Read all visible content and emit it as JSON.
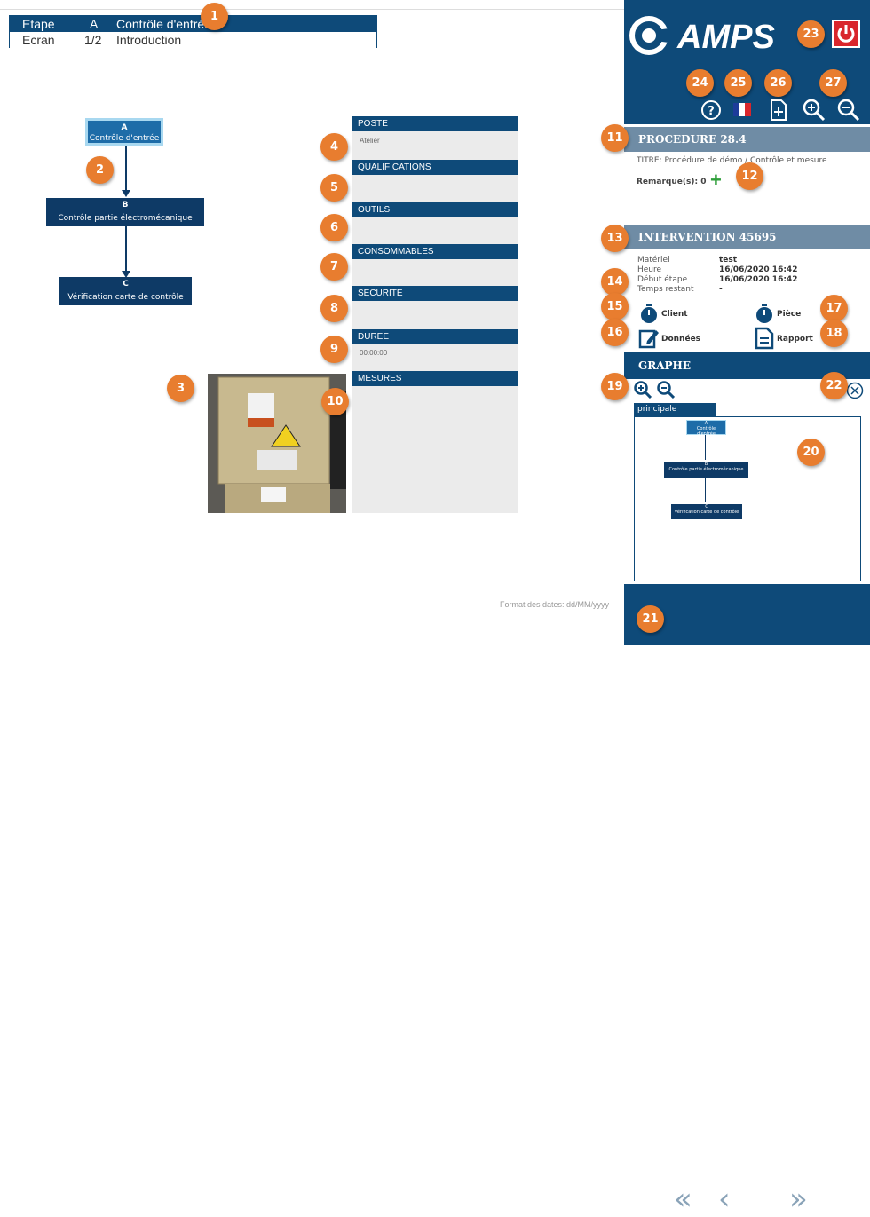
{
  "header": {
    "row1": {
      "label": "Etape",
      "code": "A",
      "title": "Contrôle d'entrée"
    },
    "row2": {
      "label": "Ecran",
      "code": "1/2",
      "title": "Introduction"
    }
  },
  "flow": {
    "nodes": [
      {
        "letter": "A",
        "label": "Contrôle d'entrée"
      },
      {
        "letter": "B",
        "label": "Contrôle partie électromécanique"
      },
      {
        "letter": "C",
        "label": "Vérification carte de contrôle"
      }
    ]
  },
  "sections": {
    "poste": {
      "label": "POSTE",
      "value": "Atelier"
    },
    "qualifications": {
      "label": "QUALIFICATIONS"
    },
    "outils": {
      "label": "OUTILS"
    },
    "consommables": {
      "label": "CONSOMMABLES"
    },
    "securite": {
      "label": "SECURITE"
    },
    "duree": {
      "label": "DUREE",
      "value": "00:00:00"
    },
    "mesures": {
      "label": "MESURES"
    }
  },
  "date_format": "Format des dates: dd/MM/yyyy",
  "brand": {
    "name": "AMPS"
  },
  "toolbar_icons": [
    "help-icon",
    "french-flag-icon",
    "add-document-icon",
    "zoom-in-icon",
    "zoom-out-icon"
  ],
  "procedure": {
    "title": "PROCEDURE 28.4",
    "subtitle": "TITRE: Procédure de démo / Contrôle et mesure",
    "remarks": "Remarque(s): 0"
  },
  "intervention": {
    "title": "INTERVENTION 45695",
    "rows": [
      {
        "k": "Matériel",
        "v": "test"
      },
      {
        "k": "Heure",
        "v": "16/06/2020 16:42"
      },
      {
        "k": "Début étape",
        "v": "16/06/2020 16:42"
      },
      {
        "k": "Temps restant",
        "v": "-"
      }
    ],
    "actions": {
      "client": "Client",
      "piece": "Pièce",
      "donnees": "Données",
      "rapport": "Rapport"
    }
  },
  "graph": {
    "title": "GRAPHE",
    "tab": "principale procédure",
    "nodes": [
      {
        "letter": "A",
        "label": "Contrôle d'entrée"
      },
      {
        "letter": "B",
        "label": "Contrôle partie électromécanique"
      },
      {
        "letter": "C",
        "label": "Vérification carte de contrôle"
      }
    ]
  },
  "badges": [
    "1",
    "2",
    "3",
    "4",
    "5",
    "6",
    "7",
    "8",
    "9",
    "10",
    "11",
    "12",
    "13",
    "14",
    "15",
    "16",
    "17",
    "18",
    "19",
    "20",
    "21",
    "22",
    "23",
    "24",
    "25",
    "26",
    "27"
  ],
  "colors": {
    "navy": "#0e4a79",
    "accent": "#e87d2f",
    "power": "#d9262c",
    "section": "#6f8ca5",
    "add": "#2e9e3a"
  }
}
